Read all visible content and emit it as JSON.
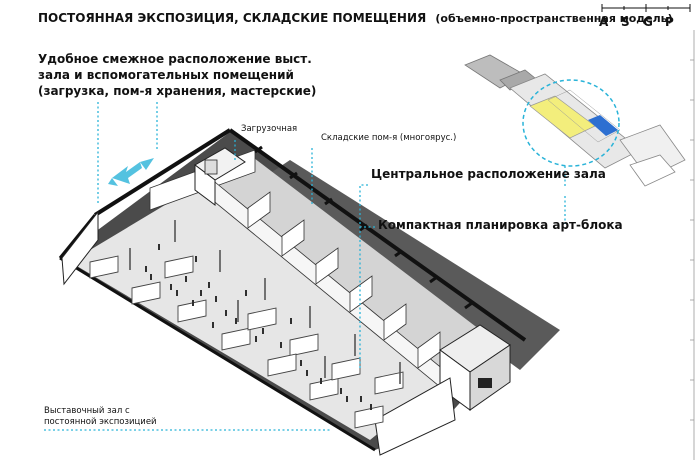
{
  "title": {
    "main": "ПОСТОЯННАЯ ЭКСПОЗИЦИЯ, СКЛАДСКИЕ ПОМЕЩЕНИЯ",
    "sub": "(объемно-пространственная модель)"
  },
  "brand_letters": [
    "A",
    "S",
    "G",
    "P"
  ],
  "callouts": {
    "adjacent_line1": "Удобное смежное расположение выст.",
    "adjacent_line2": "зала и вспомогательных помещений",
    "adjacent_line3": "(загрузка, пом-я хранения, мастерские)",
    "central": "Центральное расположение зала",
    "compact": "Компактная планировка арт-блока"
  },
  "labels": {
    "loading": "Загрузочная",
    "storage": "Складские пом-я (многоярус.)",
    "hall_line1": "Выставочный зал с",
    "hall_line2": "постоянной экспозицией"
  },
  "colors": {
    "accent": "#29b3d8",
    "highlight_yellow": "#f3ee7c",
    "highlight_blue": "#2d6fd1",
    "floor_dark": "#4a4a4a",
    "wall_black": "#111111"
  }
}
